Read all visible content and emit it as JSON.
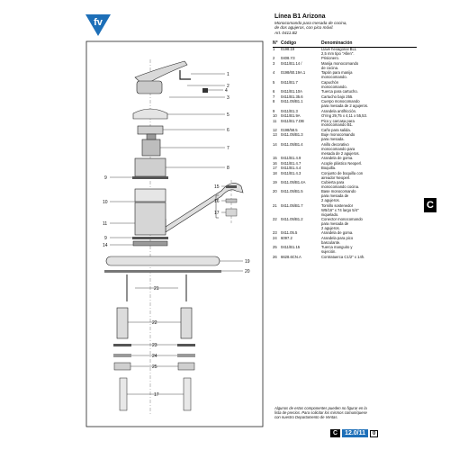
{
  "colors": {
    "brand": "#1d6fb8",
    "ink": "#111111"
  },
  "header": {
    "title": "Línea B1 Arizona",
    "description": [
      "Monocomando para mesada de cocina,",
      "de dos agujeros, con pico móvil.",
      "Art. 0411.B2"
    ]
  },
  "table": {
    "col_n": "N°",
    "col_code": "Código",
    "col_desc": "Denominación",
    "rows": [
      {
        "n": "1",
        "code": "0198.19",
        "desc": [
          "Llave hexagonal BLL",
          "2,5 mm tipo \"Allen\"."
        ]
      },
      {
        "n": "2",
        "code": "0408.Y3",
        "desc": [
          "Prisionero."
        ]
      },
      {
        "n": "3",
        "code": "0411/B1.14 /",
        "desc": [
          "Manija monocomando",
          "de cocina."
        ]
      },
      {
        "n": "4",
        "code": "0198/60.19A.1",
        "desc": [
          "Tapón para manija",
          "monocomando."
        ]
      },
      {
        "n": "5",
        "code": "0411/B1.7",
        "desc": [
          "Capuchón",
          "monocomando."
        ]
      },
      {
        "n": "6",
        "code": "0411/B1.10A",
        "desc": [
          "Tuerca para cartucho."
        ]
      },
      {
        "n": "7",
        "code": "0411/B1.35.6",
        "desc": [
          "Cartucho bajo 255."
        ]
      },
      {
        "n": "8",
        "code": "0411.05/B1.1",
        "desc": [
          "Cuerpo monocomando",
          "para mesada de 2 agujeros."
        ]
      },
      {
        "n": "9",
        "code": "0411/B1.3",
        "desc": [
          "Arandela antifricción."
        ]
      },
      {
        "n": "10",
        "code": "0411/B1.9A",
        "desc": [
          "O'ring 29,75 x 4,11 x 55,53."
        ]
      },
      {
        "n": "11",
        "code": "0411/B1.7.DB",
        "desc": [
          "Pico y carcasa para",
          "monocomando B1."
        ]
      },
      {
        "n": "12",
        "code": "0198/58.5",
        "desc": [
          "Caño para salida."
        ]
      },
      {
        "n": "13",
        "code": "0411.05/B1.3",
        "desc": [
          "Buje monocomando",
          "para mesada."
        ]
      },
      {
        "n": "14",
        "code": "0411.05/B1.4",
        "desc": [
          "Anillo decorativo",
          "monocomando para",
          "mesada de 2 agujeros."
        ]
      },
      {
        "n": "15",
        "code": "0411/B1.4.9",
        "desc": [
          "Arandela de goma."
        ]
      },
      {
        "n": "16",
        "code": "0411/B1.4.7",
        "desc": [
          "Acople plástico Neoperl."
        ]
      },
      {
        "n": "17",
        "code": "0411/B1.4.4",
        "desc": [
          "Boquilla."
        ]
      },
      {
        "n": "18",
        "code": "0411/B1.4.3",
        "desc": [
          "Conjunto de boquilla con",
          "aireador Neoperl."
        ]
      },
      {
        "n": "19",
        "code": "0411.05/B1.4A",
        "desc": [
          "Cubierta para",
          "monocomando cocina."
        ]
      },
      {
        "n": "20",
        "code": "0411.05/B1.5",
        "desc": [
          "Base monocomando",
          "para mesada de",
          "2 agujeros."
        ]
      },
      {
        "n": "21",
        "code": "0411.05/B1.7",
        "desc": [
          "Tornillo sostenedor",
          "W5/16\" x 74 largo 5/4\"",
          "niquelado."
        ]
      },
      {
        "n": "22",
        "code": "0411.05/B1.2",
        "desc": [
          "Conector monocomando",
          "para mesada de",
          "2 agujeros."
        ]
      },
      {
        "n": "23",
        "code": "0411.05.5",
        "desc": [
          "Arandela de goma."
        ]
      },
      {
        "n": "24",
        "code": "6097.2",
        "desc": [
          "Arandela para pico",
          "basculante."
        ]
      },
      {
        "n": "25",
        "code": "0411/B1.15",
        "desc": [
          "Tuerca manguito y",
          "sujeción."
        ]
      },
      {
        "n": "26",
        "code": "6628.6CN.A",
        "desc": [
          "Contratuerca C1/2\" x 14h."
        ]
      }
    ]
  },
  "side_tab": "C",
  "footnote": [
    "Algunos de estos componentes pueden no figurar en la",
    "lista de precios. Para solicitar los mismos comuníquese",
    "con nuestro Departamento de Ventas."
  ],
  "footer": {
    "section": "C",
    "page": "12.0/11",
    "rev": "0"
  },
  "callouts": [
    "1",
    "2",
    "3",
    "4",
    "5",
    "6",
    "7",
    "8",
    "9",
    "10",
    "11",
    "9",
    "14",
    "15",
    "16",
    "17",
    "19",
    "20",
    "21",
    "22",
    "23",
    "24",
    "25",
    "17"
  ]
}
